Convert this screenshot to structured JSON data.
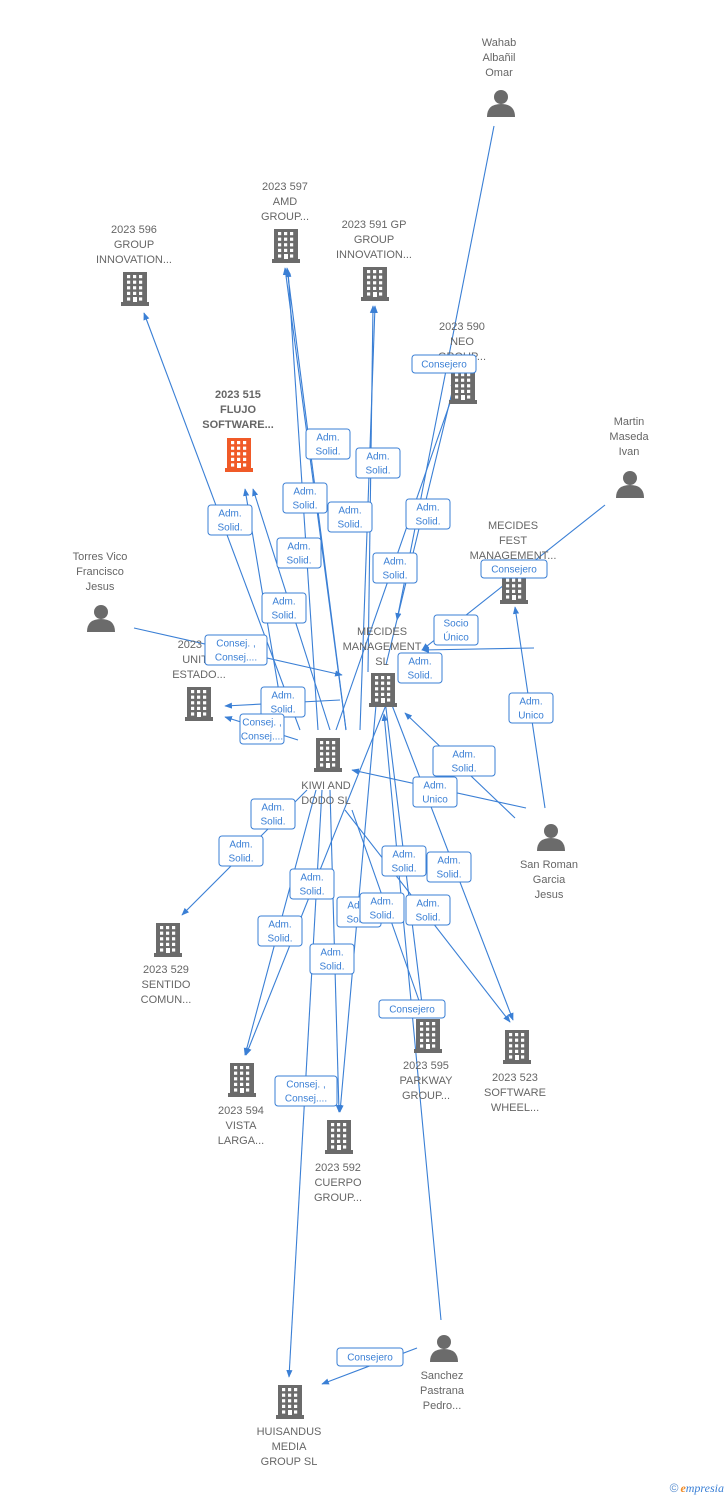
{
  "colors": {
    "edge": "#3a7fd5",
    "building": "#6b6b6b",
    "focus_building": "#f05a28",
    "person": "#6b6b6b",
    "label": "#666666"
  },
  "nodes": [
    {
      "id": "wahab",
      "kind": "person",
      "icon": "person-icon",
      "label": [
        "Wahab",
        "Albañil",
        "Omar"
      ]
    },
    {
      "id": "amd",
      "kind": "company",
      "icon": "building-icon",
      "label": [
        "2023 597",
        "AMD",
        "GROUP..."
      ]
    },
    {
      "id": "gp",
      "kind": "company",
      "icon": "building-icon",
      "label": [
        "2023 591 GP",
        "GROUP",
        "INNOVATION..."
      ]
    },
    {
      "id": "g596",
      "kind": "company",
      "icon": "building-icon",
      "label": [
        "2023 596",
        "GROUP",
        "INNOVATION..."
      ]
    },
    {
      "id": "neo",
      "kind": "company",
      "icon": "building-icon",
      "label": [
        "2023 590",
        "NEO",
        "GROUP..."
      ]
    },
    {
      "id": "flujo",
      "kind": "company",
      "focus": true,
      "icon": "building-icon",
      "label": [
        "2023 515",
        "FLUJO",
        "SOFTWARE..."
      ]
    },
    {
      "id": "martin",
      "kind": "person",
      "icon": "person-icon",
      "label": [
        "Martin",
        "Maseda",
        "Ivan"
      ]
    },
    {
      "id": "fest",
      "kind": "company",
      "icon": "building-icon",
      "label": [
        "MECIDES",
        "FEST",
        "MANAGEMENT..."
      ]
    },
    {
      "id": "torres",
      "kind": "person",
      "icon": "person-icon",
      "label": [
        "Torres Vico",
        "Francisco",
        "Jesus"
      ]
    },
    {
      "id": "mecides",
      "kind": "company",
      "icon": "building-icon",
      "label": [
        "MECIDES",
        "MANAGEMENT",
        "SL"
      ]
    },
    {
      "id": "unidos",
      "kind": "company",
      "icon": "building-icon",
      "label": [
        "2023 5...",
        "UNIT...",
        "ESTADO..."
      ]
    },
    {
      "id": "kiwi",
      "kind": "company",
      "icon": "building-icon",
      "label": [
        "KIWI AND",
        "DODO  SL"
      ]
    },
    {
      "id": "sanroman",
      "kind": "person",
      "icon": "person-icon",
      "label": [
        "San Roman",
        "Garcia",
        "Jesus"
      ]
    },
    {
      "id": "sentido",
      "kind": "company",
      "icon": "building-icon",
      "label": [
        "2023 529",
        "SENTIDO",
        "COMUN..."
      ]
    },
    {
      "id": "parkway",
      "kind": "company",
      "icon": "building-icon",
      "label": [
        "2023 595",
        "PARKWAY",
        "GROUP..."
      ]
    },
    {
      "id": "wheel",
      "kind": "company",
      "icon": "building-icon",
      "label": [
        "2023 523",
        "SOFTWARE",
        "WHEEL..."
      ]
    },
    {
      "id": "vista",
      "kind": "company",
      "icon": "building-icon",
      "label": [
        "2023 594",
        "VISTA",
        "LARGA..."
      ]
    },
    {
      "id": "cuerpo",
      "kind": "company",
      "icon": "building-icon",
      "label": [
        "2023 592",
        "CUERPO",
        "GROUP..."
      ]
    },
    {
      "id": "sanchez",
      "kind": "person",
      "icon": "person-icon",
      "label": [
        "Sanchez",
        "Pastrana",
        "Pedro..."
      ]
    },
    {
      "id": "huisandus",
      "kind": "company",
      "icon": "building-icon",
      "label": [
        "HUISANDUS",
        "MEDIA",
        "GROUP  SL"
      ]
    }
  ],
  "relations": [
    {
      "lines": [
        "Consejero"
      ]
    },
    {
      "lines": [
        "Adm.",
        "Solid."
      ]
    },
    {
      "lines": [
        "Adm.",
        "Solid."
      ]
    },
    {
      "lines": [
        "Adm.",
        "Solid."
      ]
    },
    {
      "lines": [
        "Adm.",
        "Solid."
      ]
    },
    {
      "lines": [
        "Adm.",
        "Solid."
      ]
    },
    {
      "lines": [
        "Adm.",
        "Solid."
      ]
    },
    {
      "lines": [
        "Adm.",
        "Solid."
      ]
    },
    {
      "lines": [
        "Consejero"
      ]
    },
    {
      "lines": [
        "Adm.",
        "Solid."
      ]
    },
    {
      "lines": [
        "Adm.",
        "Solid."
      ]
    },
    {
      "lines": [
        "Socio",
        "Único"
      ]
    },
    {
      "lines": [
        "Consej. ,",
        "Consej...."
      ]
    },
    {
      "lines": [
        "Adm.",
        "Solid."
      ]
    },
    {
      "lines": [
        "Adm.",
        "Solid."
      ]
    },
    {
      "lines": [
        "Adm.",
        "Unico"
      ]
    },
    {
      "lines": [
        "Adm.",
        "Solid."
      ]
    },
    {
      "lines": [
        "Consej. ,",
        "Consej...."
      ]
    },
    {
      "lines": [
        "Adm.",
        "Unico"
      ]
    },
    {
      "lines": [
        "Adm.",
        "Solid."
      ]
    },
    {
      "lines": [
        "Adm.",
        "Solid."
      ]
    },
    {
      "lines": [
        "Adm.",
        "Solid."
      ]
    },
    {
      "lines": [
        "Adm.",
        "Solid."
      ]
    },
    {
      "lines": [
        "Adm.",
        "Solid."
      ]
    },
    {
      "lines": [
        "Adm.",
        "Solid."
      ]
    },
    {
      "lines": [
        "Adm.",
        "Solid."
      ]
    },
    {
      "lines": [
        "Adm.",
        "Solid."
      ]
    },
    {
      "lines": [
        "Adm.",
        "Solid."
      ]
    },
    {
      "lines": [
        "Consejero"
      ]
    },
    {
      "lines": [
        "Consej. ,",
        "Consej...."
      ]
    },
    {
      "lines": [
        "Consejero"
      ]
    }
  ],
  "copyright": {
    "symbol": "©",
    "brand_initial": "e",
    "brand_rest": "mpresia"
  }
}
